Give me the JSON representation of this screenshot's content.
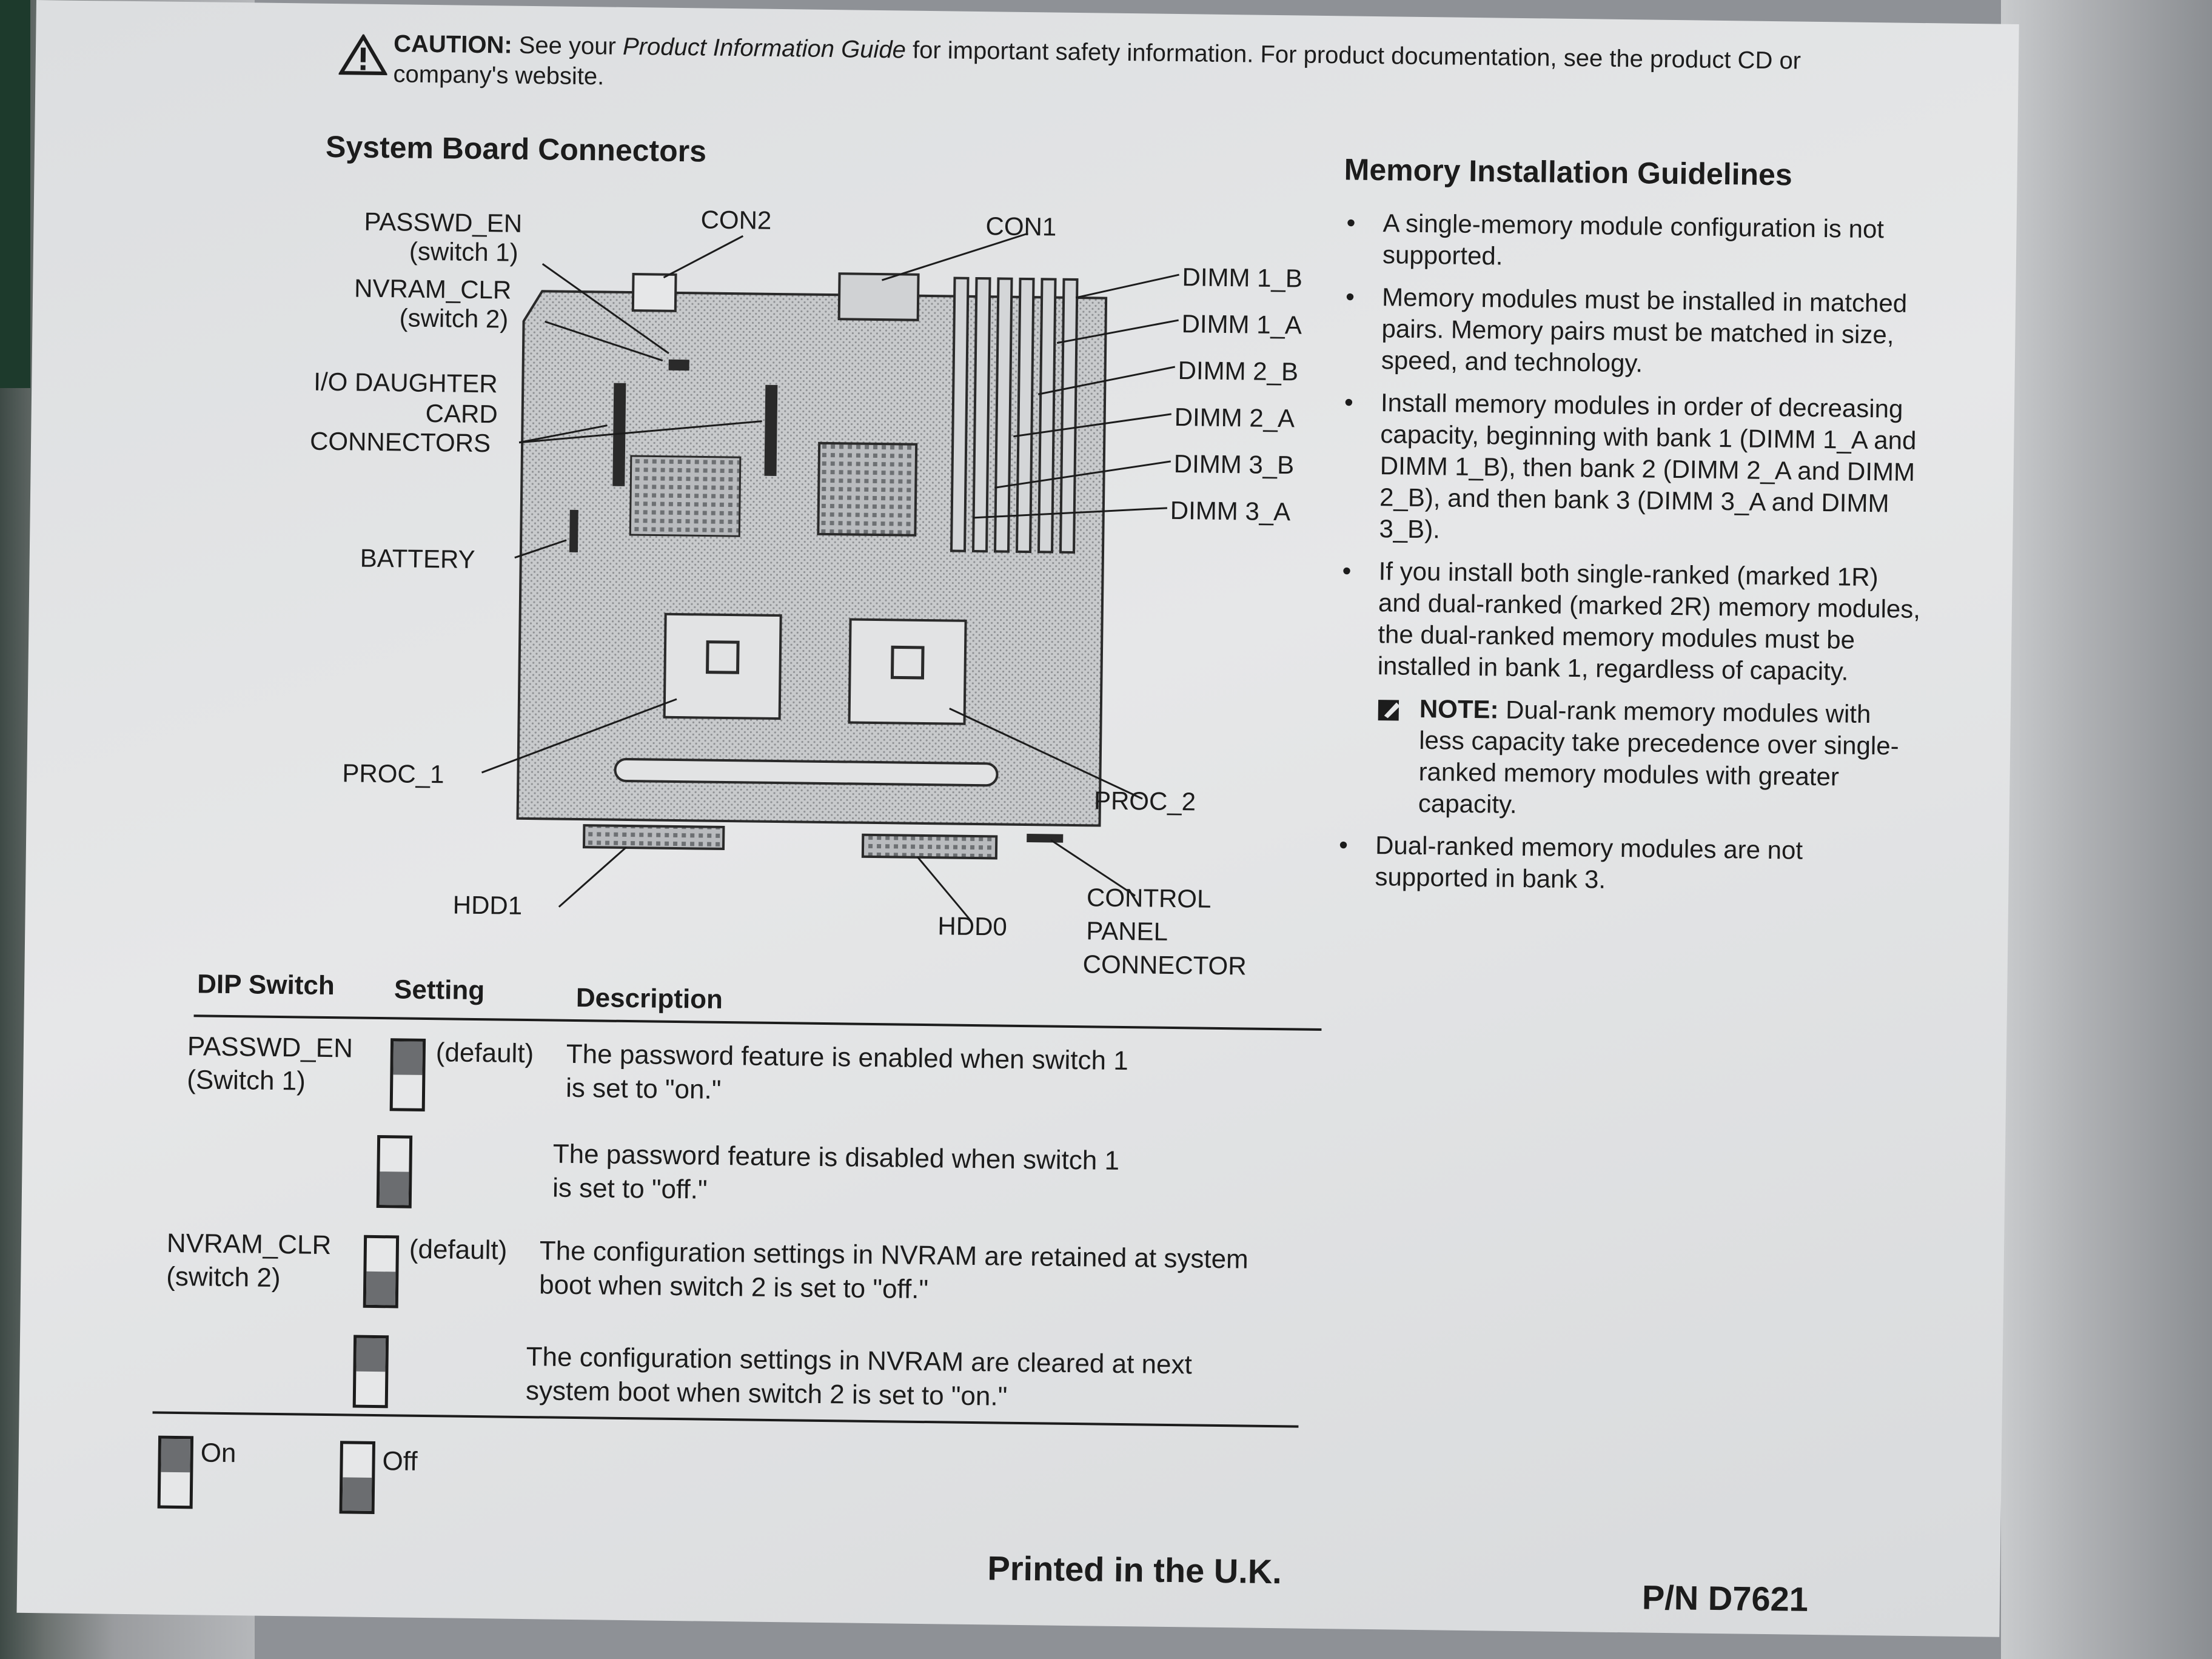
{
  "caution": {
    "label": "CAUTION:",
    "text1": " See your ",
    "guide": "Product Information Guide",
    "text2": " for important safety information. For product documentation, see the product CD or company's website."
  },
  "board": {
    "title": "System Board Connectors",
    "labels": {
      "passwd_en": "PASSWD_EN",
      "switch1": "(switch 1)",
      "nvram_clr": "NVRAM_CLR",
      "switch2": "(switch 2)",
      "con2": "CON2",
      "con1": "CON1",
      "io1": "I/O DAUGHTER",
      "io2": "CARD",
      "io3": "CONNECTORS",
      "battery": "BATTERY",
      "proc1": "PROC_1",
      "proc2": "PROC_2",
      "hdd1": "HDD1",
      "hdd0": "HDD0",
      "cp1": "CONTROL",
      "cp2": "PANEL",
      "cp3": "CONNECTOR",
      "dimms": [
        "DIMM 1_B",
        "DIMM 1_A",
        "DIMM 2_B",
        "DIMM 2_A",
        "DIMM 3_B",
        "DIMM 3_A"
      ]
    }
  },
  "memory": {
    "title": "Memory Installation Guidelines",
    "bullets": [
      "A single-memory module configuration is not supported.",
      "Memory modules must be installed in matched pairs. Memory pairs must be matched in size, speed, and technology.",
      "Install memory modules in order of decreasing capacity, beginning with bank 1 (DIMM 1_A and DIMM 1_B), then bank 2 (DIMM 2_A and DIMM 2_B), and then bank 3 (DIMM 3_A and DIMM 3_B).",
      "If you install both single-ranked (marked 1R) and dual-ranked (marked 2R) memory modules, the dual-ranked memory modules must be installed in bank 1, regardless of capacity."
    ],
    "note_label": "NOTE:",
    "note_text": " Dual-rank memory modules with less capacity take precedence over single-ranked memory modules with greater capacity.",
    "last_bullet": "Dual-ranked memory modules are not supported in bank 3."
  },
  "dip_table": {
    "headers": [
      "DIP Switch",
      "Setting",
      "Description"
    ],
    "rows": [
      {
        "switch": "PASSWD_EN",
        "sub": "(Switch 1)",
        "default": "(default)",
        "state": "on",
        "desc": "The password feature is enabled when switch 1 is set to \"on.\""
      },
      {
        "switch": "",
        "sub": "",
        "default": "",
        "state": "off",
        "desc": "The password feature is disabled when switch 1 is set to \"off.\""
      },
      {
        "switch": "NVRAM_CLR",
        "sub": "(switch 2)",
        "default": "(default)",
        "state": "off",
        "desc": "The configuration settings in NVRAM are retained at system boot when switch 2 is set to \"off.\""
      },
      {
        "switch": "",
        "sub": "",
        "default": "",
        "state": "on",
        "desc": "The configuration settings in NVRAM are cleared at next system boot when switch 2 is set to \"on.\""
      }
    ],
    "legend_on": "On",
    "legend_off": "Off"
  },
  "footer": {
    "printed": "Printed in the U.K.",
    "pn": "P/N D7621"
  }
}
